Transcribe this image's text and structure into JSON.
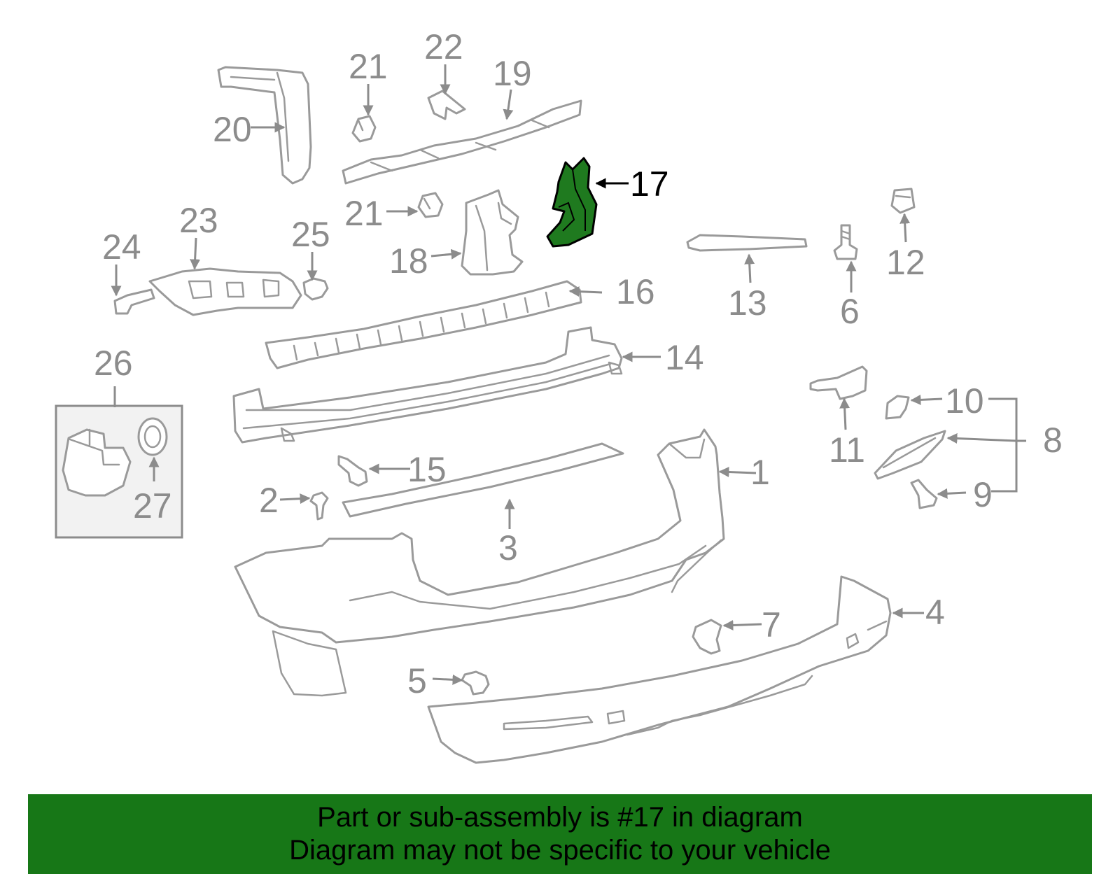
{
  "labels": {
    "n1": "1",
    "n2": "2",
    "n3": "3",
    "n4": "4",
    "n5": "5",
    "n6": "6",
    "n7": "7",
    "n8": "8",
    "n9": "9",
    "n10": "10",
    "n11": "11",
    "n12": "12",
    "n13": "13",
    "n14": "14",
    "n15": "15",
    "n16": "16",
    "n17": "17",
    "n18": "18",
    "n19": "19",
    "n20": "20",
    "n21a": "21",
    "n21b": "21",
    "n22": "22",
    "n23": "23",
    "n24": "24",
    "n25": "25",
    "n26": "26",
    "n27": "27"
  },
  "banner": {
    "line1": "Part or sub-assembly is #17 in diagram",
    "line2": "Diagram may not be specific to your vehicle"
  },
  "colors": {
    "highlight_part": "#1f7a1f",
    "banner_background": "#177717",
    "line_art": "#9a9a9a"
  }
}
